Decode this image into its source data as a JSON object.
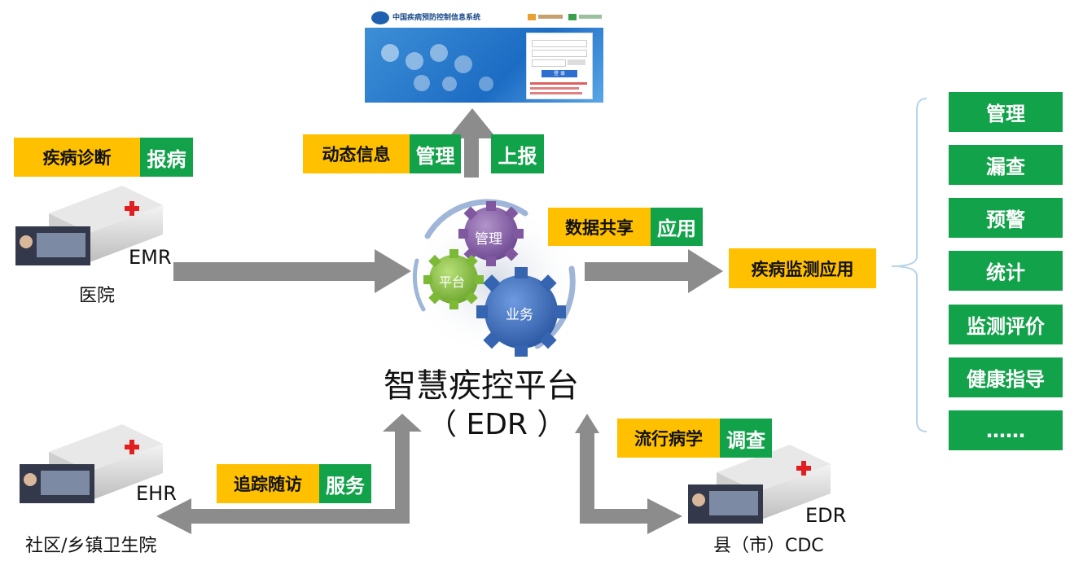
{
  "website": {
    "title": "中国疾病预防控制信息系统",
    "login_button": "登 录"
  },
  "top_tags": {
    "dynamic_info": "动态信息",
    "manage": "管理",
    "report_up": "上报"
  },
  "hospital": {
    "tag_diagnosis": "疾病诊断",
    "tag_report": "报病",
    "system": "EMR",
    "name": "医院"
  },
  "center": {
    "gear_manage": "管理",
    "gear_platform": "平台",
    "gear_business": "业务",
    "title": "智慧疾控平台",
    "subtitle": "（ EDR ）"
  },
  "share": {
    "tag_data_share": "数据共享",
    "tag_apply": "应用",
    "monitor_app": "疾病监测应用"
  },
  "side_items": [
    "管理",
    "漏查",
    "预警",
    "统计",
    "监测评价",
    "健康指导",
    "……"
  ],
  "community": {
    "tag_follow": "追踪随访",
    "tag_service": "服务",
    "system": "EHR",
    "name": "社区/乡镇卫生院"
  },
  "county": {
    "tag_epi": "流行病学",
    "tag_survey": "调查",
    "system": "EDR",
    "name": "县（市）CDC"
  },
  "colors": {
    "yellow": "#ffc000",
    "green": "#12a24a",
    "arrow_gray": "#8c8c8c",
    "gear_purple": "#8a63a8",
    "gear_green": "#8dc63f",
    "gear_blue": "#3a6fbf"
  }
}
